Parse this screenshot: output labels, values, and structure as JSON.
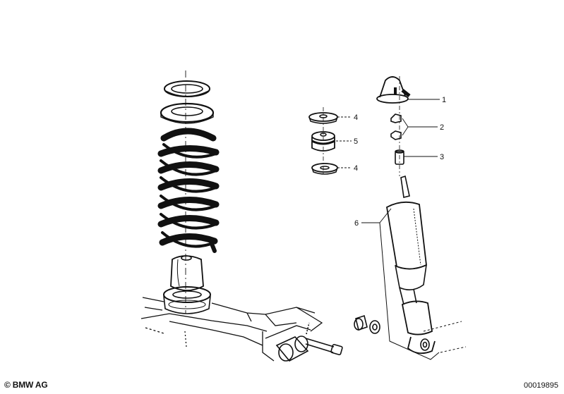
{
  "diagram": {
    "callouts": [
      "1",
      "2",
      "3",
      "4",
      "5",
      "4",
      "6"
    ]
  },
  "footer": {
    "copyright": "© BMW AG",
    "part_number": "00019895"
  }
}
